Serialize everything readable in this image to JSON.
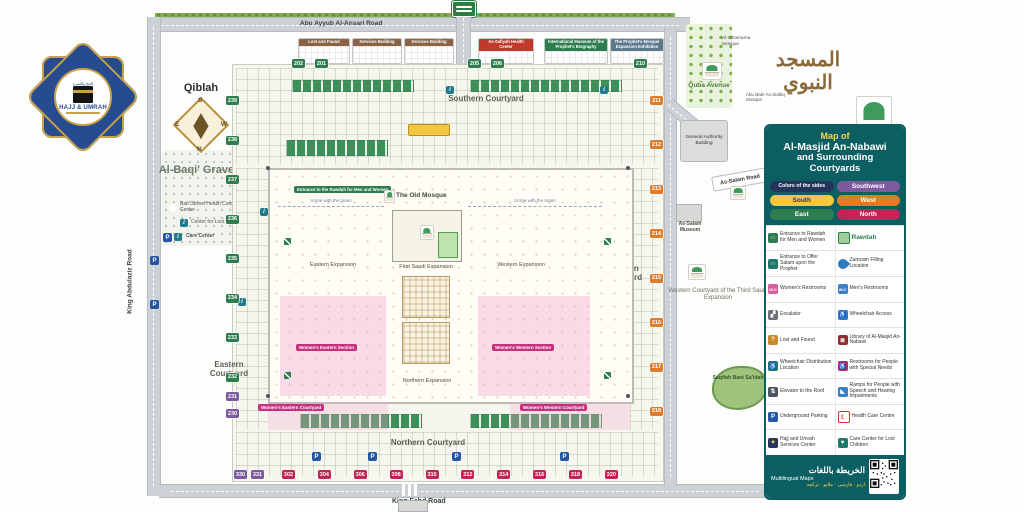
{
  "logo": {
    "arabic": "الحج والعمرة",
    "title": "HAJJ & UMRAH"
  },
  "compass": {
    "title": "Qiblah",
    "top": "S",
    "left": "E",
    "right": "W",
    "bottom": "N"
  },
  "roads": {
    "top": "Abu Ayyub Al-Ansari Road",
    "left": "King Abdulaziz Road",
    "bottom": "King Fahd Road",
    "salam": "As-Salam Road"
  },
  "map_labels": {
    "graveyard": "Al-Baqi' Graveyard",
    "bab_jibreel": "Bab Jibreel Health Care Center",
    "lost_children": "Center for Lost Children",
    "care_center": "Care Center",
    "quba": "Quba Avenue",
    "ghamama": "Al-Ghamama Mosque",
    "abubakr": "Abu Bakr As-Siddiq Mosque",
    "masjid_arabic": "المسجد النبوي",
    "general_authority": "General Authority Building",
    "salam_museum": "As-Salam Museum",
    "western_third": "Western Courtyard of the Third Saudi Expansion",
    "saqifah": "Saqifah Bani Sa'idah"
  },
  "buildings_top": [
    "Lost and Found",
    "Services Building",
    "Services Building",
    "As-Safiyah Health Center",
    "International Museum of the Prophet's Biography",
    "The Prophet's Mosque Expansion Exhibition"
  ],
  "complex": {
    "southern": "Southern Courtyard",
    "northern": "Northern Courtyard",
    "eastern": "Eastern Courtyard",
    "western": "Western Courtyard",
    "old_mosque": "The Old Mosque",
    "first_saudi": "First Saudi Expansion",
    "eastern_exp": "Eastern Expansion",
    "western_exp": "Western Expansion",
    "northern_exp": "Northern Expansion",
    "women_east": "Women's Eastern Section",
    "women_west": "Women's Western Section",
    "women_east_cy": "Women's Eastern Courtyard",
    "women_west_cy": "Women's Western Courtyard",
    "rawdah_entrance": "Entrance to the Rawdah for Men and Women",
    "imam_line": "In line with the Imam"
  },
  "gates": {
    "top_left": [
      "202",
      "201"
    ],
    "top_mid": [
      "205",
      "206"
    ],
    "top_right": [
      "210"
    ],
    "left_green": [
      "239",
      "238",
      "237",
      "236",
      "235",
      "234",
      "233",
      "232"
    ],
    "left_purple": [
      "231",
      "230"
    ],
    "right_orange": [
      "211",
      "212",
      "213",
      "214",
      "215",
      "216",
      "217",
      "218"
    ],
    "bottom_red": [
      "302",
      "304",
      "306",
      "308",
      "310",
      "312",
      "314",
      "316",
      "318",
      "320"
    ],
    "bottom_purple": [
      "330",
      "331"
    ]
  },
  "legend": {
    "title1": "Map of",
    "title2": "Al-Masjid An-Nabawi",
    "title3": "and Surrounding",
    "title4": "Courtyards",
    "colors_label": "Colors of the sides",
    "colors": [
      {
        "label": "Southwest",
        "hex": "#7d5a9e",
        "text": "#ffffff"
      },
      {
        "label": "South",
        "hex": "#f3c73f",
        "text": "#233a5e"
      },
      {
        "label": "West",
        "hex": "#e07b28",
        "text": "#ffffff"
      },
      {
        "label": "East",
        "hex": "#2e7d4f",
        "text": "#ffffff"
      },
      {
        "label": "North",
        "hex": "#c22454",
        "text": "#ffffff"
      }
    ],
    "items": [
      {
        "left": {
          "icon": "rawdah-entrance",
          "label": "Entrance to Rawdah for Men and Women"
        },
        "right": {
          "icon": "rawdah-area",
          "label": "Rawdah",
          "strong": true
        }
      },
      {
        "left": {
          "icon": "salam-entrance",
          "label": "Entrance to Offer Salam upon the Prophet"
        },
        "right": {
          "icon": "zamzam-drop",
          "label": "Zamzam Filling Location"
        }
      },
      {
        "left": {
          "icon": "wc-women",
          "label": "Women's Restrooms"
        },
        "right": {
          "icon": "wc-men",
          "label": "Men's Restrooms"
        }
      },
      {
        "left": {
          "icon": "escalator",
          "label": "Escalator"
        },
        "right": {
          "icon": "wheelchair",
          "label": "Wheelchair Access"
        }
      },
      {
        "left": {
          "icon": "lost-found",
          "label": "Lost and Found"
        },
        "right": {
          "icon": "library",
          "label": "Library of Al-Masjid An-Nabawi"
        }
      },
      {
        "left": {
          "icon": "wheelchair-dist",
          "label": "Wheelchair Distribution Location"
        },
        "right": {
          "icon": "wc-special",
          "label": "Restrooms for People with Special Needs"
        }
      },
      {
        "left": {
          "icon": "elevator",
          "label": "Elevator to the Roof"
        },
        "right": {
          "icon": "ramp",
          "label": "Ramps for People with Speech and Hearing Impairments"
        }
      },
      {
        "left": {
          "icon": "parking",
          "label": "Underground Parking"
        },
        "right": {
          "icon": "crescent",
          "label": "Health Care Centre"
        }
      },
      {
        "left": {
          "icon": "hajj-logo",
          "label": "Hajj and Umrah Services Center"
        },
        "right": {
          "icon": "care-center",
          "label": "Care Center for Lost Children"
        }
      }
    ],
    "footer": {
      "arabic": "الخريطة باللغات",
      "english": "Multilingual Maps",
      "langs": "اردو · فارسی · ملايو · ترکچه"
    }
  }
}
